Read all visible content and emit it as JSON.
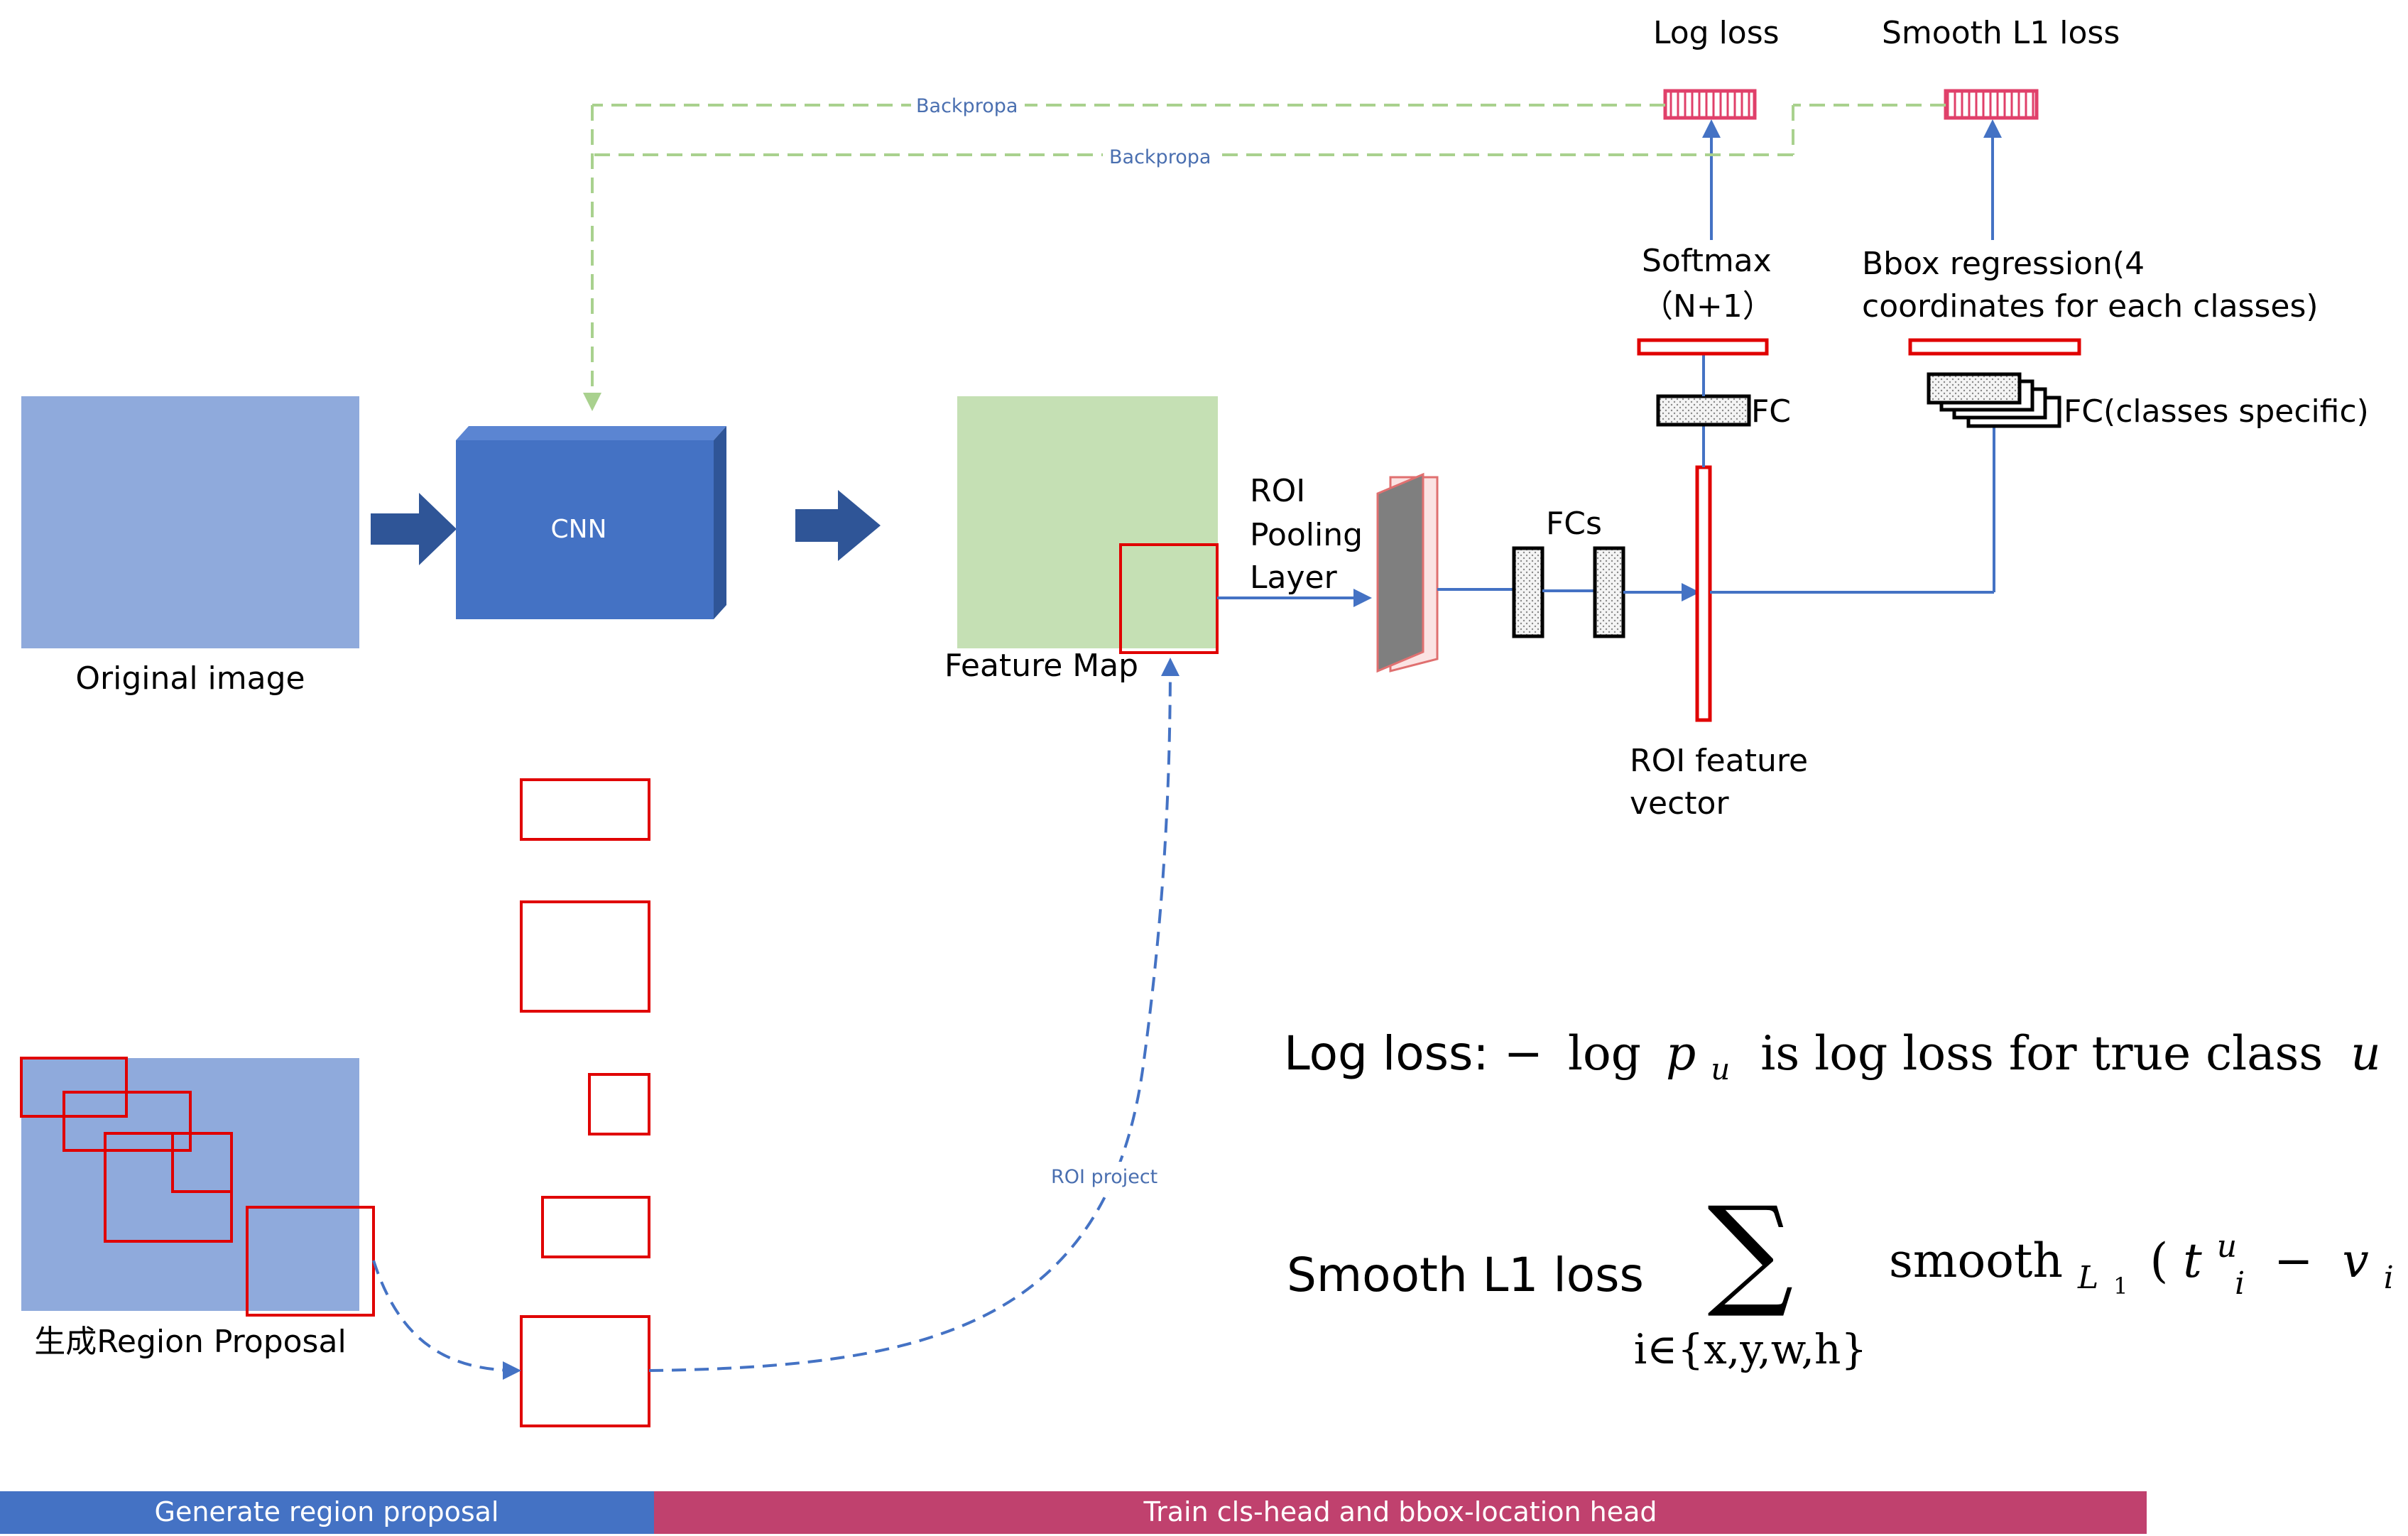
{
  "labels": {
    "original_image": "Original image",
    "cnn": "CNN",
    "feature_map": "Feature Map",
    "roi_pooling_1": "ROI",
    "roi_pooling_2": "Pooling",
    "roi_pooling_3": "Layer",
    "fcs": "FCs",
    "fc": "FC",
    "fc_classes_specific": "FC(classes specific)",
    "softmax_1": "Softmax",
    "softmax_2": "（N+1）",
    "bbox_regression_1": "Bbox regression(4",
    "bbox_regression_2": "coordinates for each classes)",
    "log_loss": "Log loss",
    "smooth_l1_loss": "Smooth L1 loss",
    "backpropa_1": "Backpropa",
    "backpropa_2": "Backpropa",
    "roi_feature_1": "ROI feature",
    "roi_feature_2": "vector",
    "roi_project": "ROI project",
    "region_proposal": "生成Region Proposal"
  },
  "formulas": {
    "log_loss_prefix": "Log loss:",
    "log_loss_minus": "−",
    "log_loss_log": "log",
    "log_loss_p": "p",
    "log_loss_u_sub": "u",
    "log_loss_text": "is log loss for true class",
    "log_loss_u": "u",
    "smooth_prefix": "Smooth L1 loss",
    "sum_symbol": "∑",
    "sum_subscript": "i∈{x,y,w,h}",
    "smooth_word": "smooth",
    "smooth_sub": "L",
    "smooth_sub_index": "1",
    "smooth_args_open": "(",
    "smooth_t": "t",
    "smooth_t_sup": "u",
    "smooth_t_sub": "i",
    "smooth_minus": "−",
    "smooth_v": "v",
    "smooth_v_sub": "i",
    "smooth_args_close": "),"
  },
  "bottom_bar": {
    "left_label": "Generate region proposal",
    "right_label": "Train cls-head and bbox-location head",
    "left_color": "#4472c4",
    "right_color": "#c0416e"
  },
  "colors": {
    "image_blue": "#8faadc",
    "cnn_blue": "#4472c4",
    "feature_green": "#c5e0b4",
    "proposal_red": "#e00000",
    "arrow_blue": "#4472c4",
    "backprop_green": "#a9d18e",
    "loss_pink": "#e0406a"
  }
}
